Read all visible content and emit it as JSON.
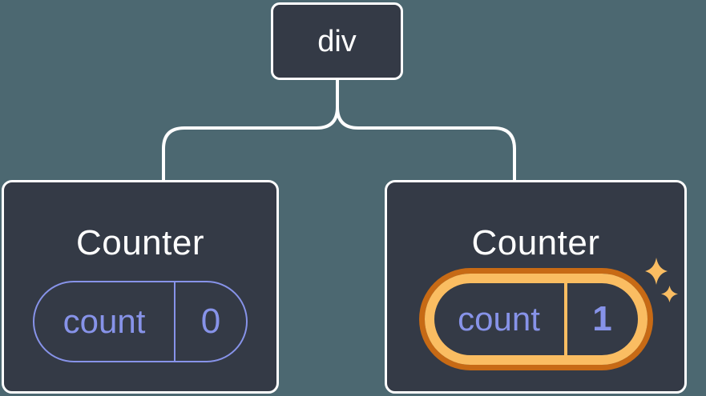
{
  "colors": {
    "background": "#4C6871",
    "node-bg": "#343A46",
    "node-border": "#FFFFFF",
    "text-primary": "#FFFFFF",
    "accent-purple": "#8793E9",
    "orange-dark": "#C76A15",
    "orange-light": "#FABD62"
  },
  "tree": {
    "root": {
      "label": "div"
    },
    "children": [
      {
        "title": "Counter",
        "state": {
          "name": "count",
          "value": "0"
        },
        "highlighted": false
      },
      {
        "title": "Counter",
        "state": {
          "name": "count",
          "value": "1"
        },
        "highlighted": true,
        "icons": [
          "sparkle-icon-large",
          "sparkle-icon-small"
        ]
      }
    ]
  }
}
